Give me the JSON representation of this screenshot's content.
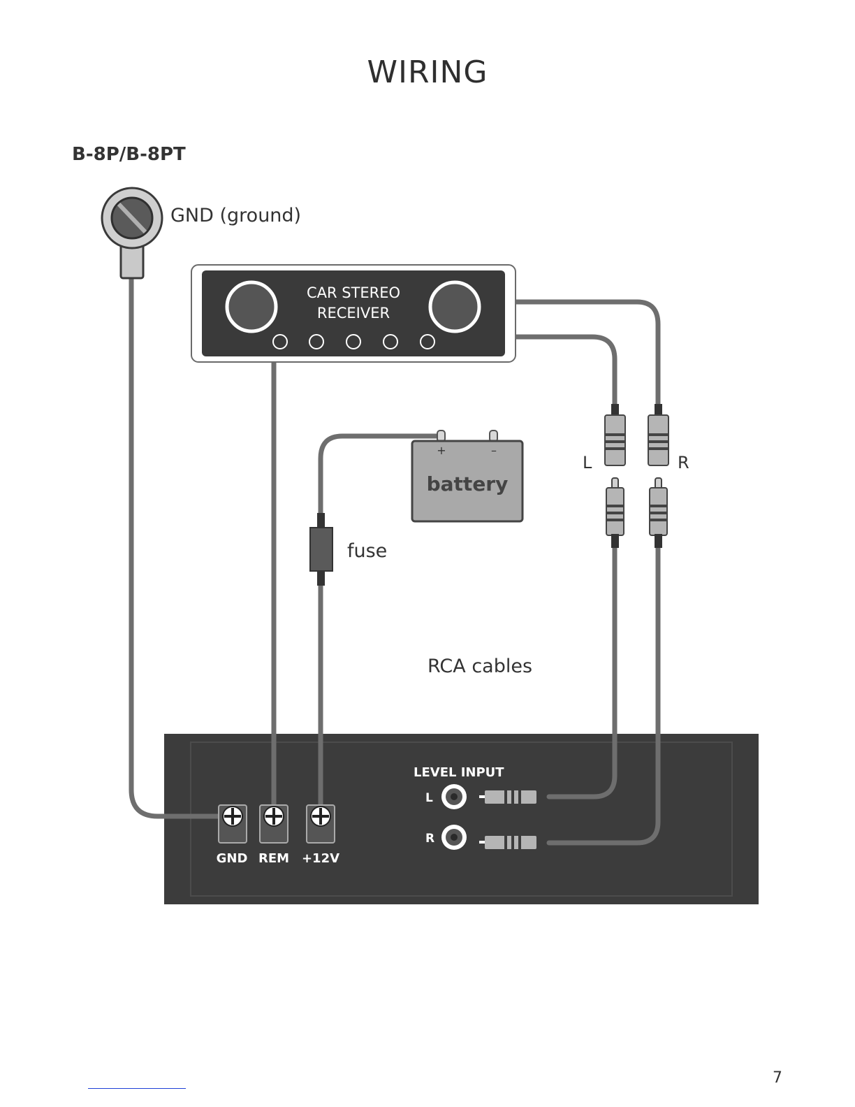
{
  "page": {
    "title": "WIRING",
    "model": "B-8P/B-8PT",
    "page_number": "7"
  },
  "diagram": {
    "ground_label": "GND (ground)",
    "receiver": {
      "line1": "CAR STEREO",
      "line2": "RECEIVER"
    },
    "battery": {
      "label": "battery",
      "plus": "+",
      "minus": "–"
    },
    "fuse_label": "fuse",
    "rca_label": "RCA cables",
    "rca_left": "L",
    "rca_right": "R",
    "amplifier": {
      "level_input": "LEVEL INPUT",
      "input_left": "L",
      "input_right": "R",
      "terminals": [
        "GND",
        "REM",
        "+12V"
      ]
    }
  },
  "colors": {
    "wire": "#6e6e6e",
    "dark_panel": "#3a3a3a",
    "amp_body": "#3c3c3c",
    "battery_fill": "#a9a9a9",
    "footer_rule": "#1f3fd6"
  }
}
